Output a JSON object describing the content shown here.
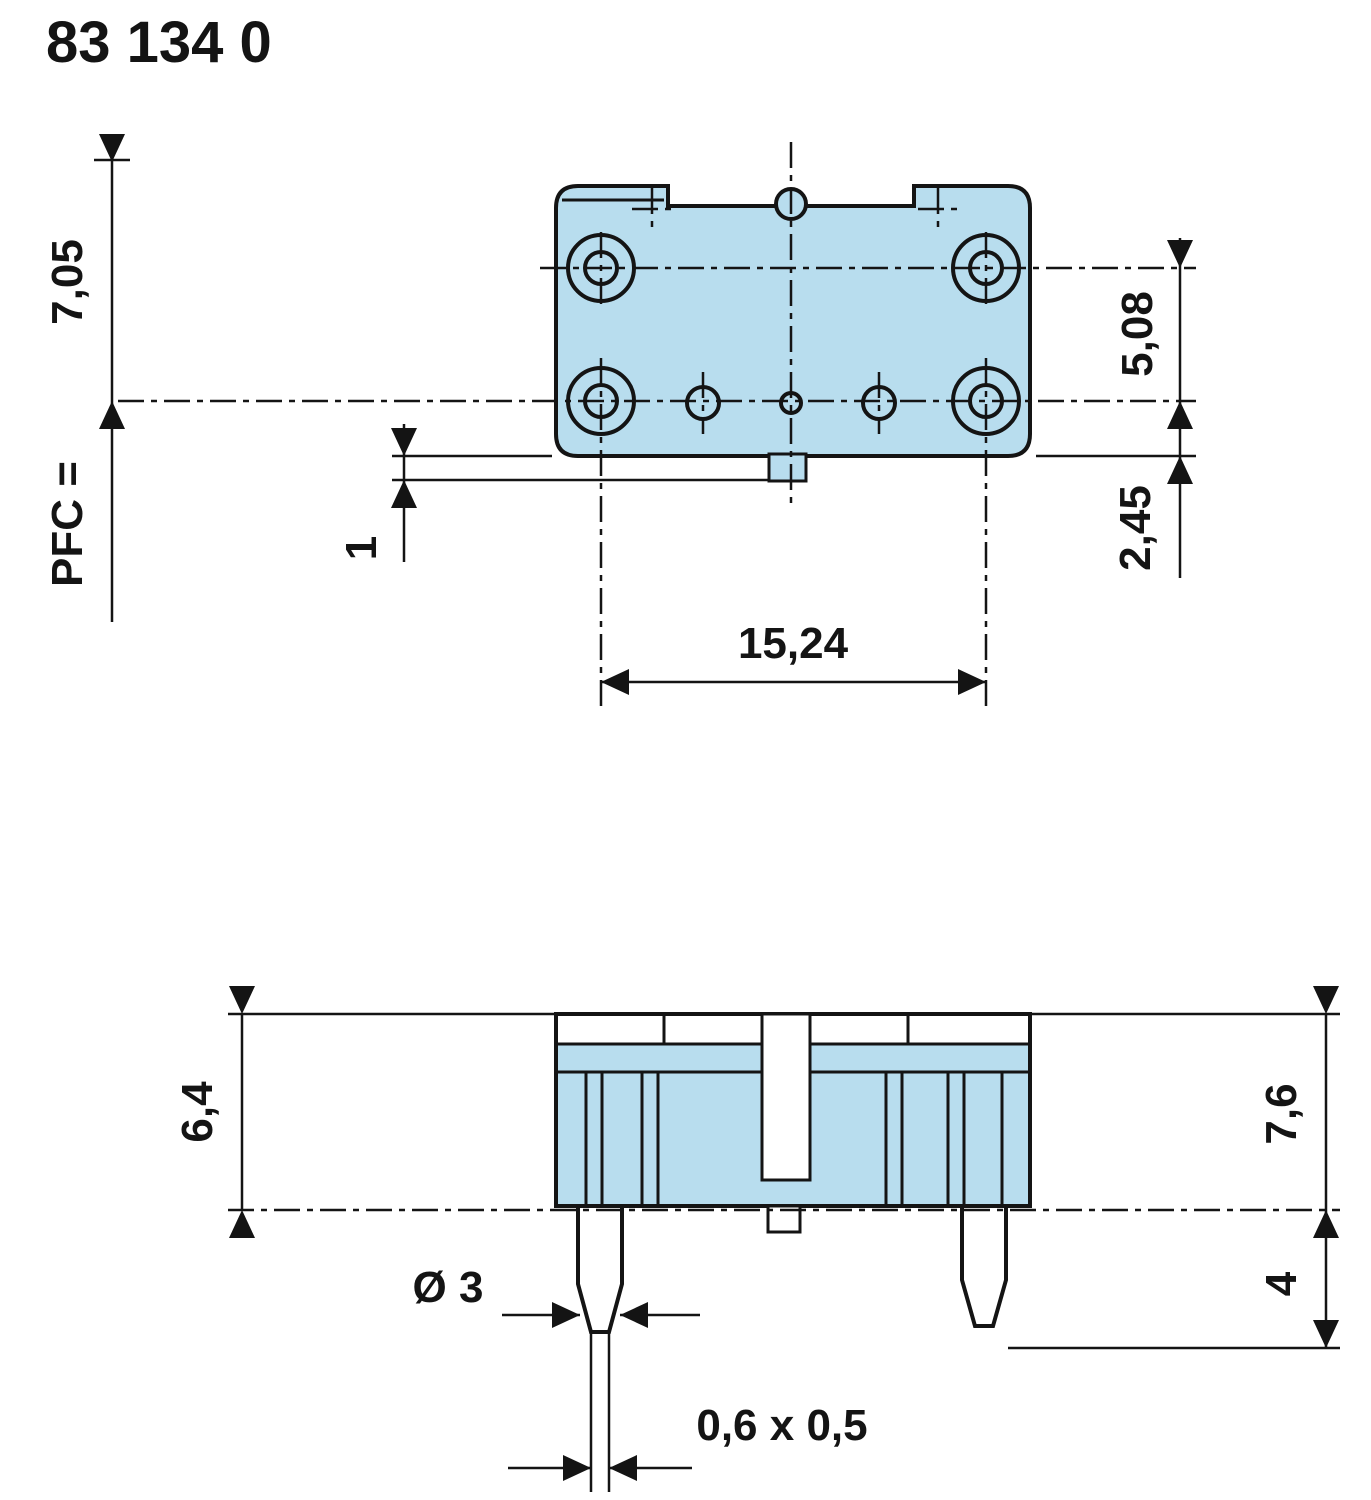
{
  "title": "83 134 0",
  "colors": {
    "body_fill": "#b8ddee",
    "line_color": "#141414",
    "background": "#ffffff"
  },
  "top_view": {
    "dims": {
      "pfc_height": "7,05",
      "pfc_label": "PFC =",
      "hole_row_spacing": "5,08",
      "bottom_offset": "2,45",
      "tab_protrusion": "1",
      "terminal_spacing": "15,24"
    }
  },
  "side_view": {
    "dims": {
      "body_height": "6,4",
      "overall_height": "7,6",
      "pin_length": "4",
      "pin_diameter": "Ø 3",
      "pin_cross_section": "0,6 x 0,5"
    }
  }
}
